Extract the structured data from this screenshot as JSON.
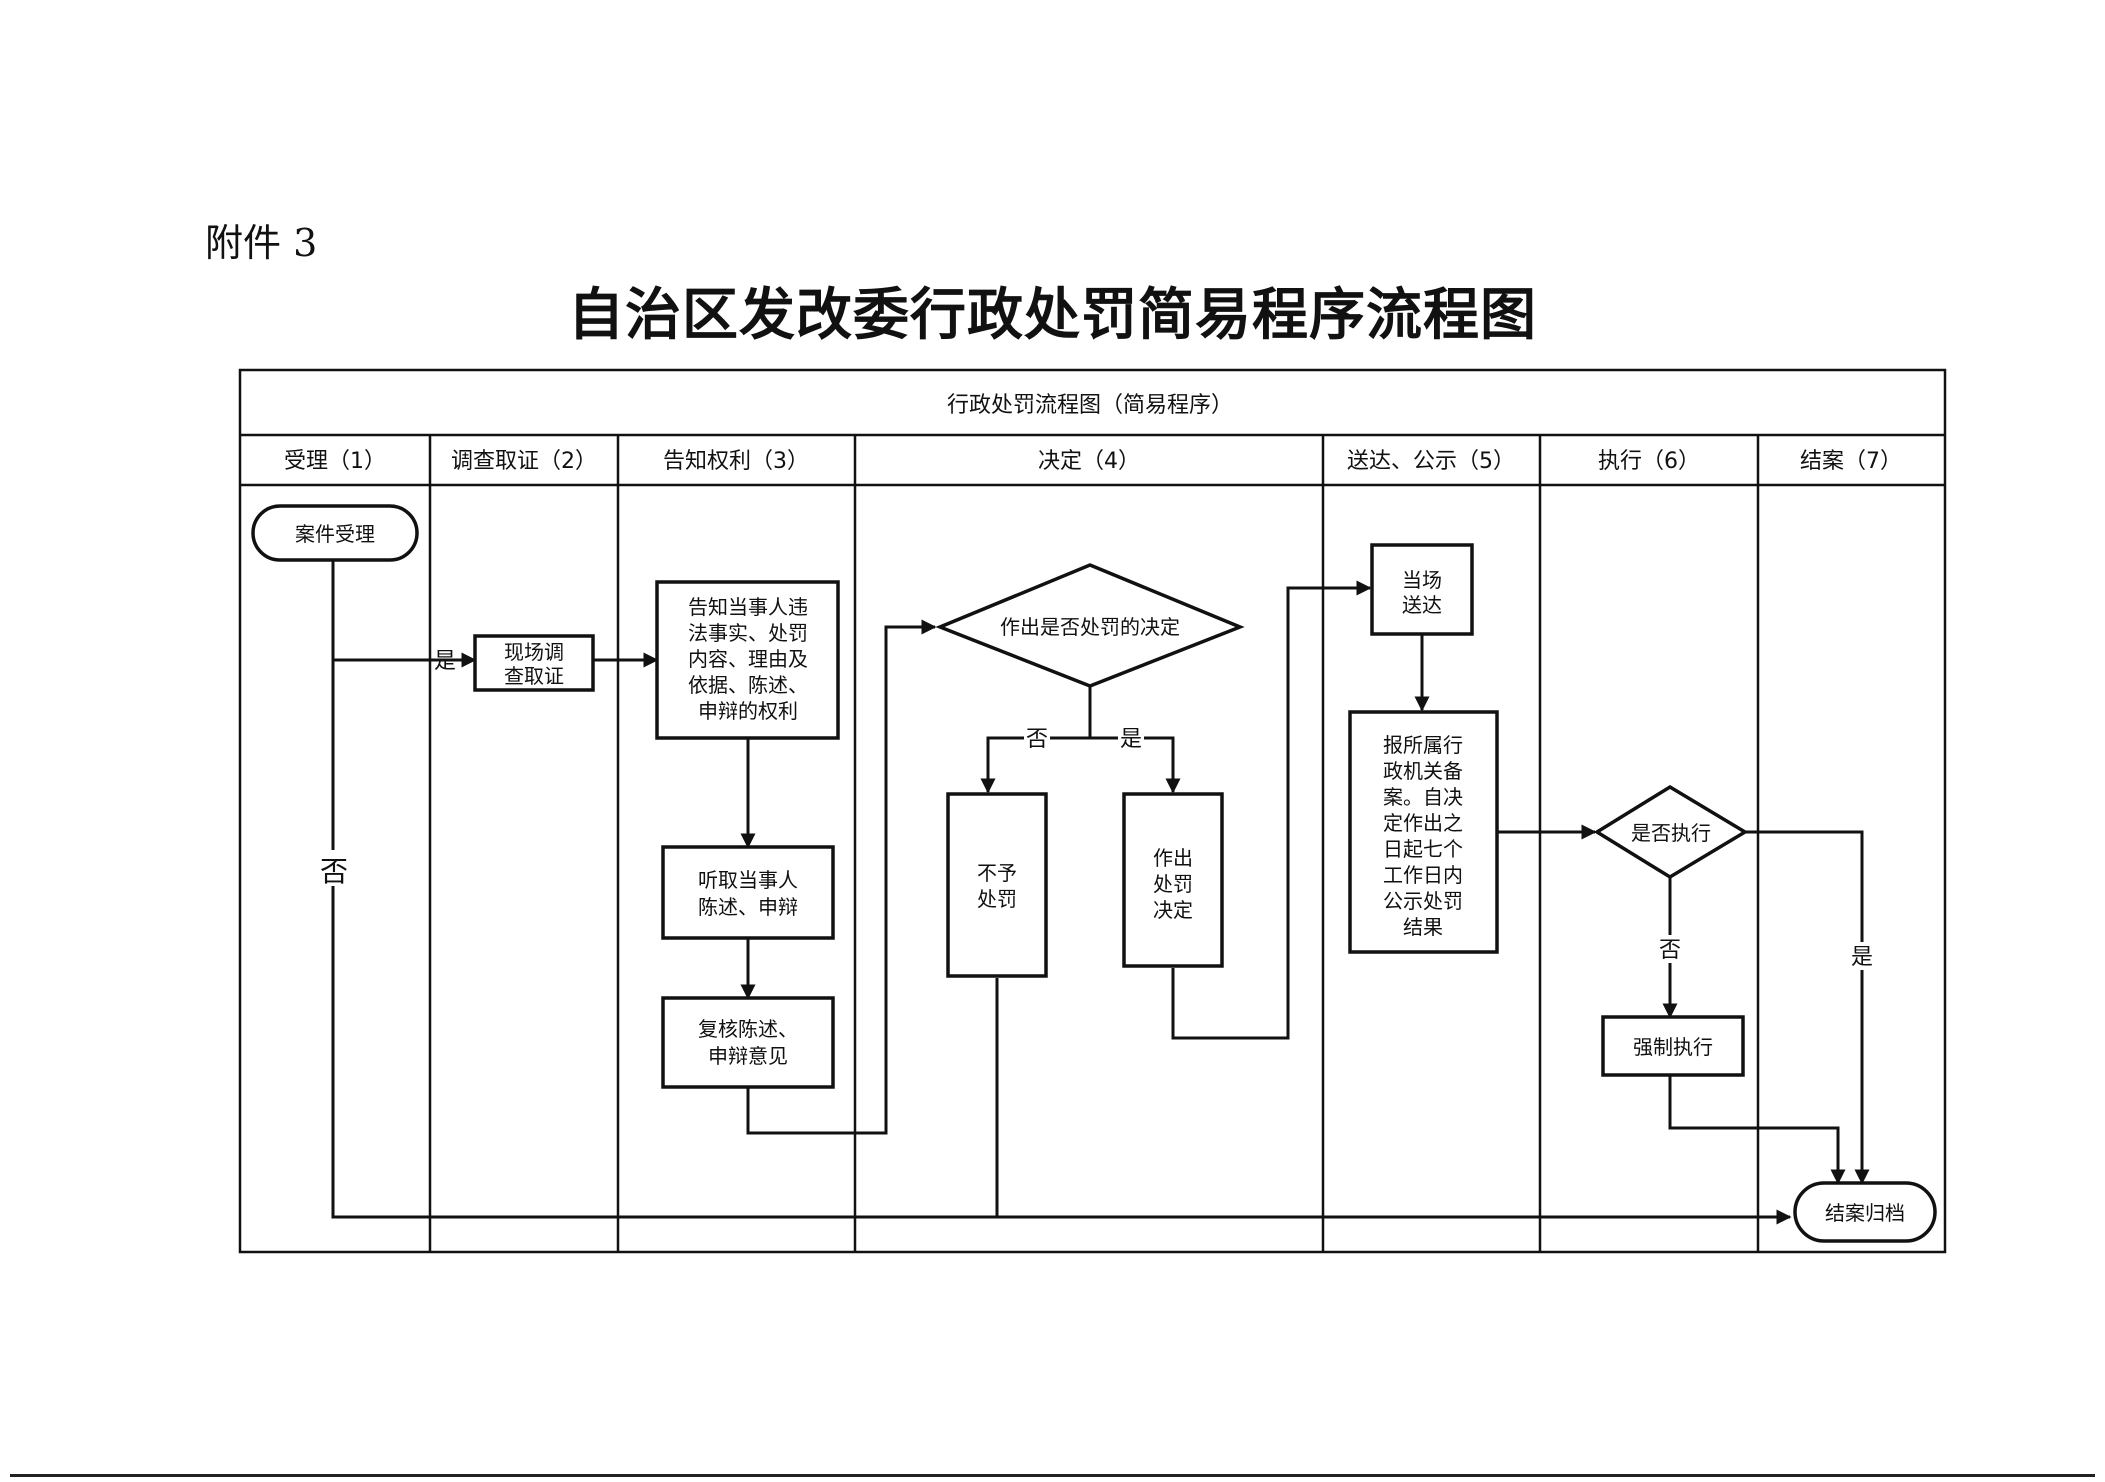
{
  "header": {
    "attachment_label": "附件 3",
    "document_title": "自治区发改委行政处罚简易程序流程图"
  },
  "chart": {
    "title": "行政处罚流程图（简易程序）",
    "lanes": [
      {
        "label": "受理（1）"
      },
      {
        "label": "调查取证（2）"
      },
      {
        "label": "告知权利（3）"
      },
      {
        "label": "决定（4）"
      },
      {
        "label": "送达、公示（5）"
      },
      {
        "label": "执行（6）"
      },
      {
        "label": "结案（7）"
      }
    ]
  },
  "nodes": {
    "case_accept": "案件受理",
    "onsite_investigation": [
      "现场调",
      "查取证"
    ],
    "inform_rights": [
      "告知当事人违",
      "法事实、处罚",
      "内容、理由及",
      "依据、陈述、",
      "申辩的权利"
    ],
    "hear_statement": [
      "听取当事人",
      "陈述、申辩"
    ],
    "review_statement": [
      "复核陈述、",
      "申辩意见"
    ],
    "decision": "作出是否处罚的决定",
    "no_penalty": [
      "不予",
      "处罚"
    ],
    "make_penalty": [
      "作出",
      "处罚",
      "决定"
    ],
    "onsite_delivery": [
      "当场",
      "送达"
    ],
    "report_filing": [
      "报所属行",
      "政机关备",
      "案。自决",
      "定作出之",
      "日起七个",
      "工作日内",
      "公示处罚",
      "结果"
    ],
    "execute_check": "是否执行",
    "forced_execution": "强制执行",
    "case_close": "结案归档"
  },
  "edge_labels": {
    "accept_yes": "是",
    "accept_no": "否",
    "decision_no": "否",
    "decision_yes": "是",
    "execute_no": "否",
    "execute_yes": "是"
  }
}
